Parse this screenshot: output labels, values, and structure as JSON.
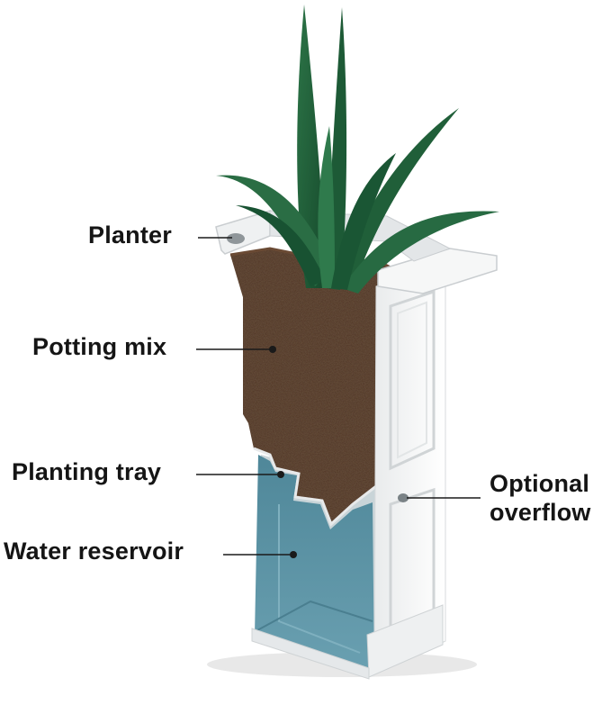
{
  "diagram": {
    "labels": {
      "planter": "Planter",
      "potting_mix": "Potting mix",
      "planting_tray": "Planting tray",
      "water_reservoir": "Water reservoir",
      "optional_overflow_line1": "Optional",
      "optional_overflow_line2": "overflow"
    }
  },
  "colors": {
    "planter_white": "#f3f4f4",
    "planter_shadow": "#d3d6d8",
    "soil": "#4e3322",
    "water": "#5c8fa0",
    "leaf": "#1f5f3a",
    "leader_line": "#1a1a1a"
  }
}
